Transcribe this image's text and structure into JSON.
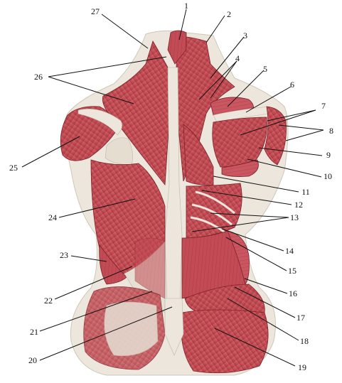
{
  "figure": {
    "colors": {
      "background": "#ffffff",
      "muscle": "#c8505a",
      "muscle_dark": "#8e2a33",
      "muscle_light": "#e08a8a",
      "tendon": "#ece6dc",
      "skin_shadow": "#d9d2c8"
    },
    "labels": [
      "1",
      "2",
      "3",
      "4",
      "5",
      "6",
      "7",
      "8",
      "9",
      "10",
      "11",
      "12",
      "13",
      "14",
      "15",
      "16",
      "17",
      "18",
      "19",
      "20",
      "21",
      "22",
      "23",
      "24",
      "25",
      "26",
      "27"
    ]
  }
}
